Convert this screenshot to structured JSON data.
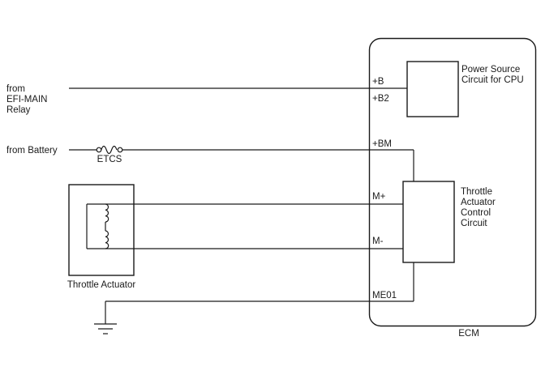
{
  "diagram": {
    "background": "#ffffff",
    "line_color": "#1a1a1a",
    "labels": {
      "efi_relay_line1": "from",
      "efi_relay_line2": "EFI-MAIN",
      "efi_relay_line3": "Relay",
      "battery": "from Battery",
      "fuse": "ETCS",
      "actuator": "Throttle Actuator"
    },
    "ecm": {
      "label": "ECM",
      "pins": {
        "b": "+B",
        "b2": "+B2",
        "bm": "+BM",
        "m_plus": "M+",
        "m_minus": "M-",
        "me01": "ME01"
      },
      "power_block": {
        "line1": "Power Source",
        "line2": "Circuit for CPU"
      },
      "control_block": {
        "line1": "Throttle",
        "line2": "Actuator",
        "line3": "Control",
        "line4": "Circuit"
      }
    }
  }
}
